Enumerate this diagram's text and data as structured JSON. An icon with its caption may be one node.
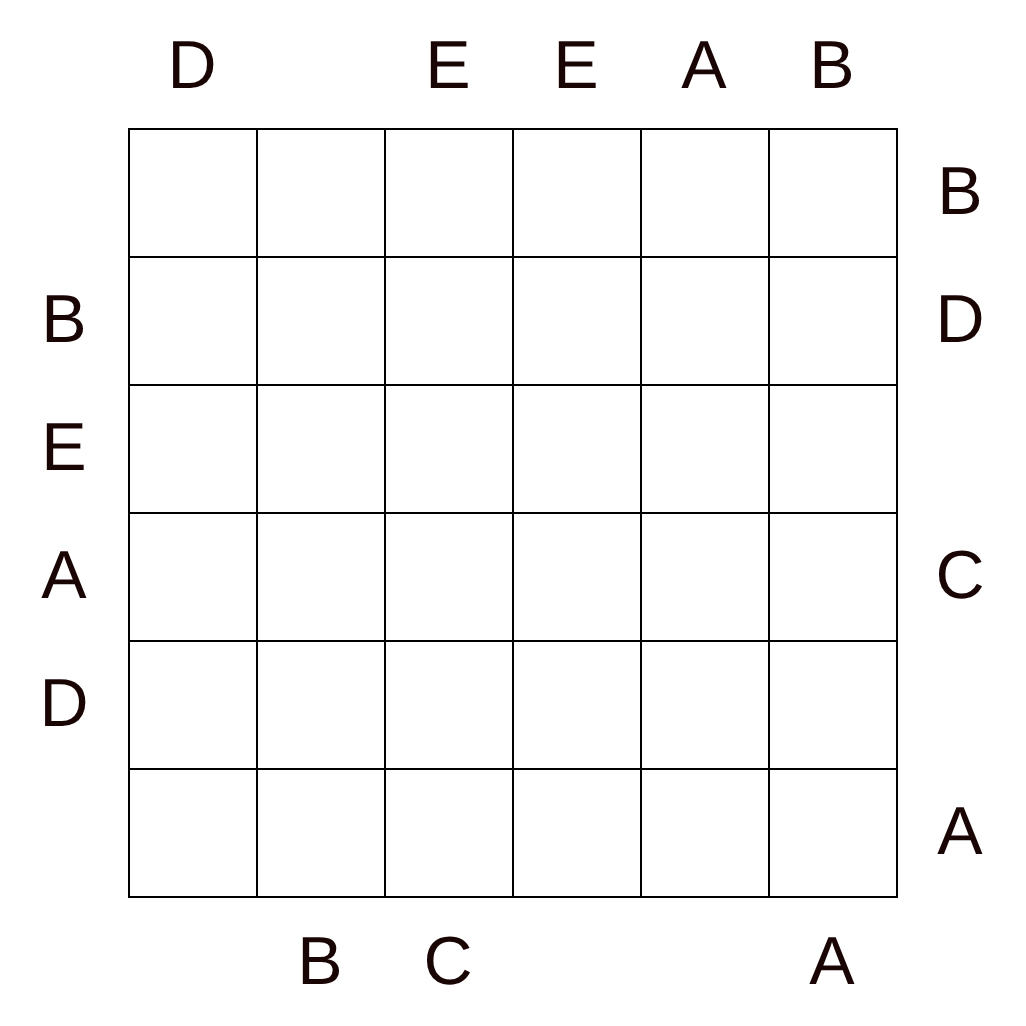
{
  "diagram": {
    "labels": [
      "D",
      "E",
      "E",
      "A",
      "B",
      "B",
      "B",
      "D",
      "E",
      "A",
      "C",
      "D",
      "A",
      "B",
      "C",
      "A"
    ]
  }
}
